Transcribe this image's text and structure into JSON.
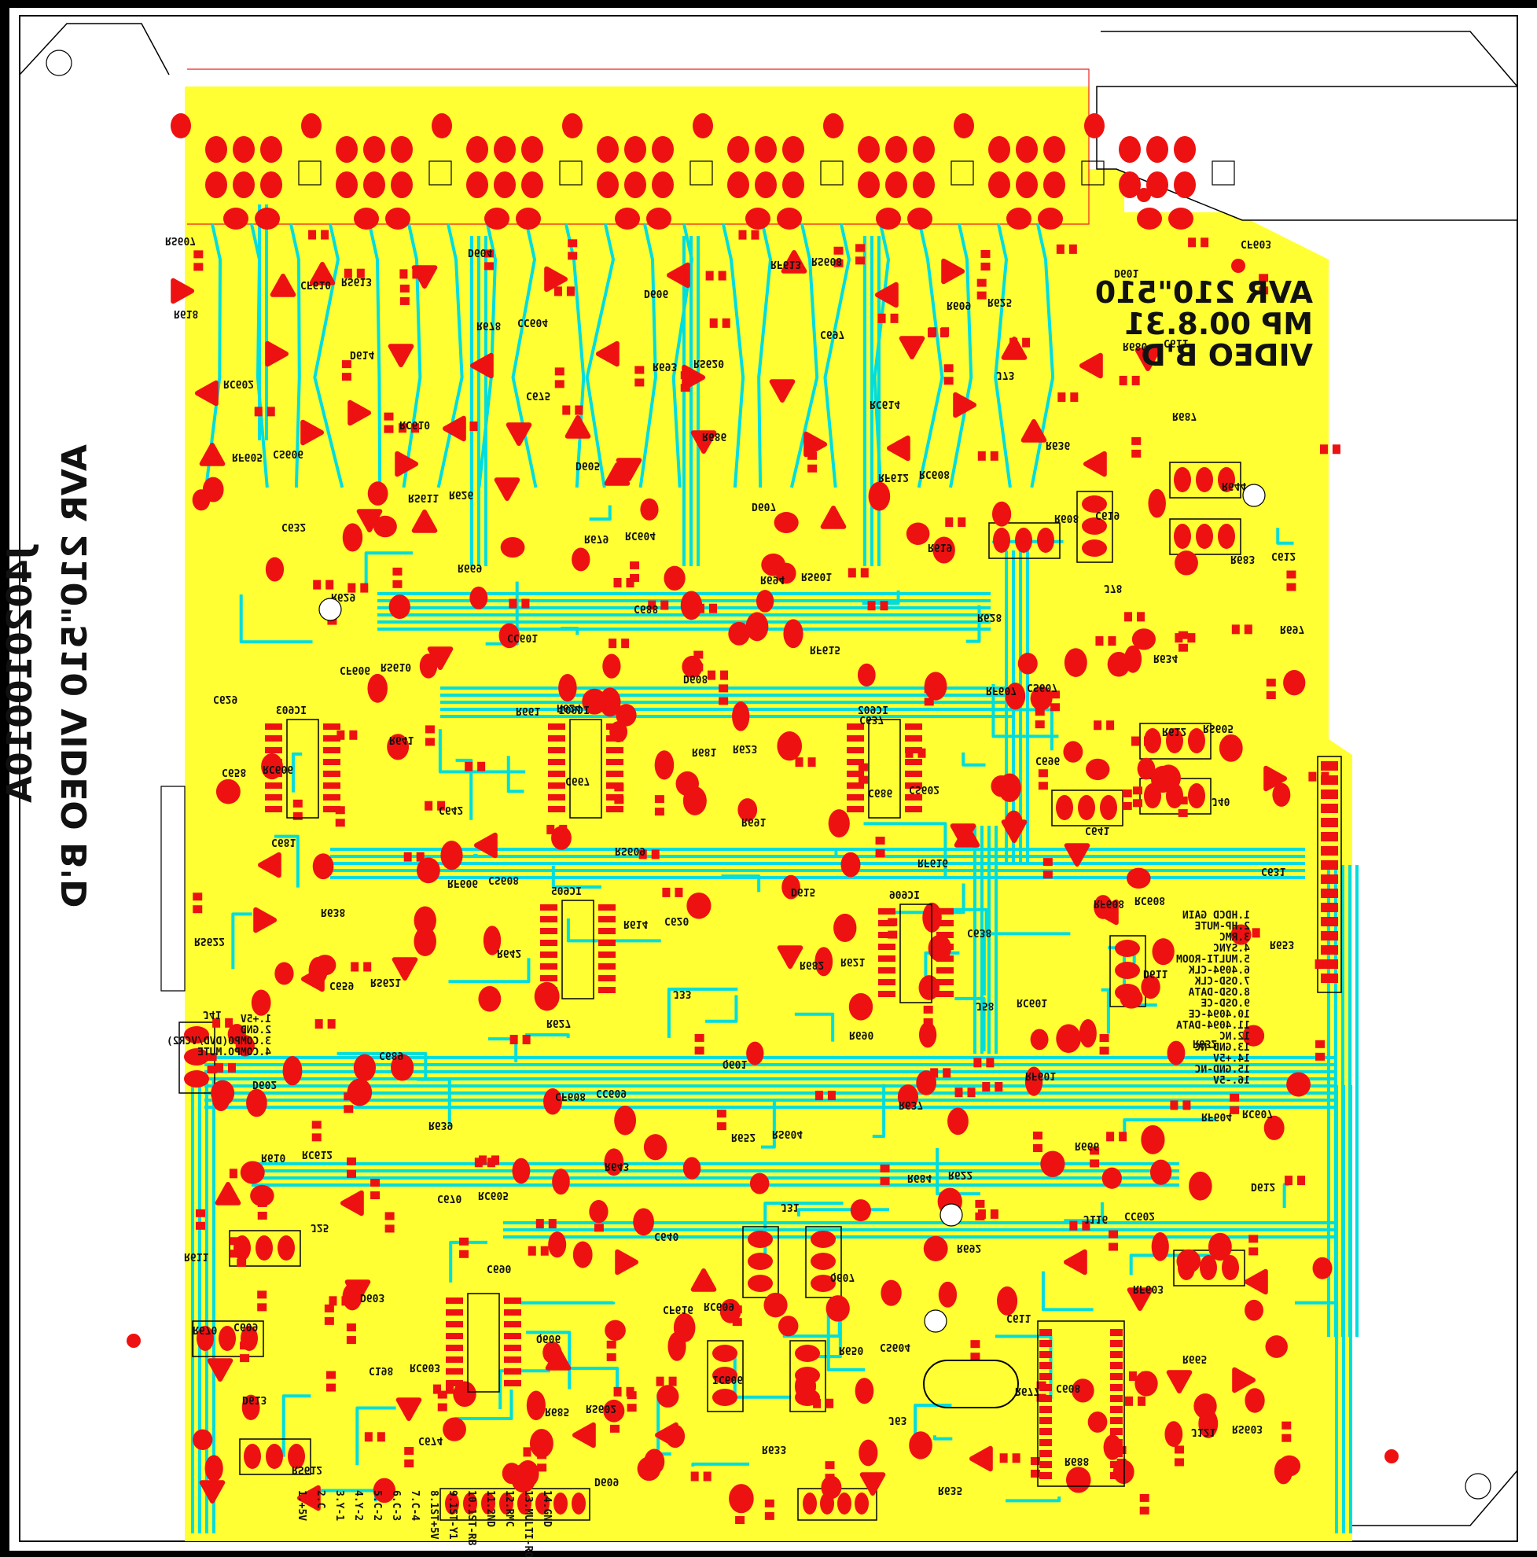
{
  "board": {
    "title_lines": [
      "AVR 210\"510",
      "MP 00.8.31",
      "VIDEO B'D"
    ],
    "side_title_lines": [
      "AVR 210\"510 VIDEO B'D",
      "J402010010A"
    ],
    "colors": {
      "background": "#ffffff",
      "board_fill": "#ffff33",
      "pad": "#ee1111",
      "trace": "#00dddd",
      "silkscreen": "#111111",
      "outline": "#000000",
      "edge_outline": "#ee2222"
    }
  },
  "ics": [
    "IC603",
    "IC601",
    "IC602",
    "IC605",
    "IC606"
  ],
  "connector_notes": {
    "compo": [
      "1.+5V",
      "2.GND",
      "3.COMPO(DVD/VCR2)",
      "4.COMPO.MUTE"
    ],
    "osd": [
      "1.HDCD GAIN",
      "2.HP-MUTE",
      "3.RMC",
      "4.SYNC",
      "5.MULTI-ROOM",
      "6.4094-CLK",
      "7.OSD-CLK",
      "8.OSD-DATA",
      "9.OSD-CE",
      "10.4094-CE",
      "11.4094-DATA",
      "12.NC",
      "13.GND-NC",
      "14.+5V",
      "15.GND-NC",
      "16.-5V"
    ],
    "bottom": [
      "1.+5V",
      "2.C",
      "3.Y-1",
      "4.Y-2",
      "5.C-2",
      "6.C-3",
      "7.C-4",
      "8.1ST+5V",
      "9.1ST-Y1",
      "10.1ST-RB",
      "11.2ND",
      "12.RMC",
      "13.MULTI-ROOM",
      "14.GND"
    ]
  },
  "ref_labels": [
    "RS607",
    "CS606",
    "RS610",
    "CS608",
    "CC609",
    "RC609",
    "RS608",
    "RC608",
    "CS607",
    "RC608",
    "RC607",
    "C609",
    "RS613",
    "R626",
    "R624",
    "C620",
    "RS604",
    "CS604",
    "R625",
    "C619",
    "RS605",
    "RS622",
    "RC612",
    "RC603",
    "CC604",
    "RC604",
    "R623",
    "R621",
    "R622",
    "C608",
    "C611",
    "C612",
    "RC606",
    "RS621",
    "RC605",
    "RS602",
    "RS620",
    "RS601",
    "CS602",
    "RC601",
    "CC602",
    "RS603",
    "RC602",
    "R629",
    "C642",
    "R627",
    "C640",
    "R633",
    "RC614",
    "R628",
    "C641",
    "R632",
    "R611",
    "RS612",
    "RC610",
    "CC601",
    "RS609",
    "Q601",
    "Q607",
    "R635",
    "R636",
    "R634",
    "C631",
    "D602",
    "D603",
    "D604",
    "D605",
    "D608",
    "D615",
    "R637",
    "C611",
    "D601",
    "R644",
    "C629",
    "R638",
    "R639",
    "Q606",
    "D606",
    "D607",
    "C637",
    "C638",
    "R666",
    "R665",
    "R618",
    "C632",
    "R641",
    "R642",
    "R643",
    "IC606",
    "C697",
    "R619",
    "C696",
    "D611",
    "D612",
    "D613",
    "D614",
    "R669",
    "C667",
    "J33",
    "J31",
    "J63",
    "J73",
    "J78",
    "J40",
    "J41",
    "J25",
    "C674",
    "C675",
    "C688",
    "R691",
    "R690",
    "R692",
    "R688",
    "R687",
    "R697",
    "C681",
    "C689",
    "C690",
    "D609",
    "R686",
    "RF615",
    "RF616",
    "RF601",
    "RF603",
    "CF603",
    "RF605",
    "CF606",
    "RF606",
    "CF608",
    "CF616",
    "RF613",
    "RF612",
    "RF607",
    "RF608",
    "RF604",
    "R670",
    "CF610",
    "RS611",
    "R661",
    "R614",
    "R652",
    "R650",
    "R609",
    "R608",
    "R612",
    "R653",
    "R610",
    "C198",
    "R678",
    "R679",
    "R681",
    "R682",
    "R684",
    "R677",
    "R680",
    "R683",
    "C658",
    "C659",
    "C670",
    "R685",
    "R693",
    "R694",
    "C686",
    "J58",
    "J116",
    "J121"
  ]
}
